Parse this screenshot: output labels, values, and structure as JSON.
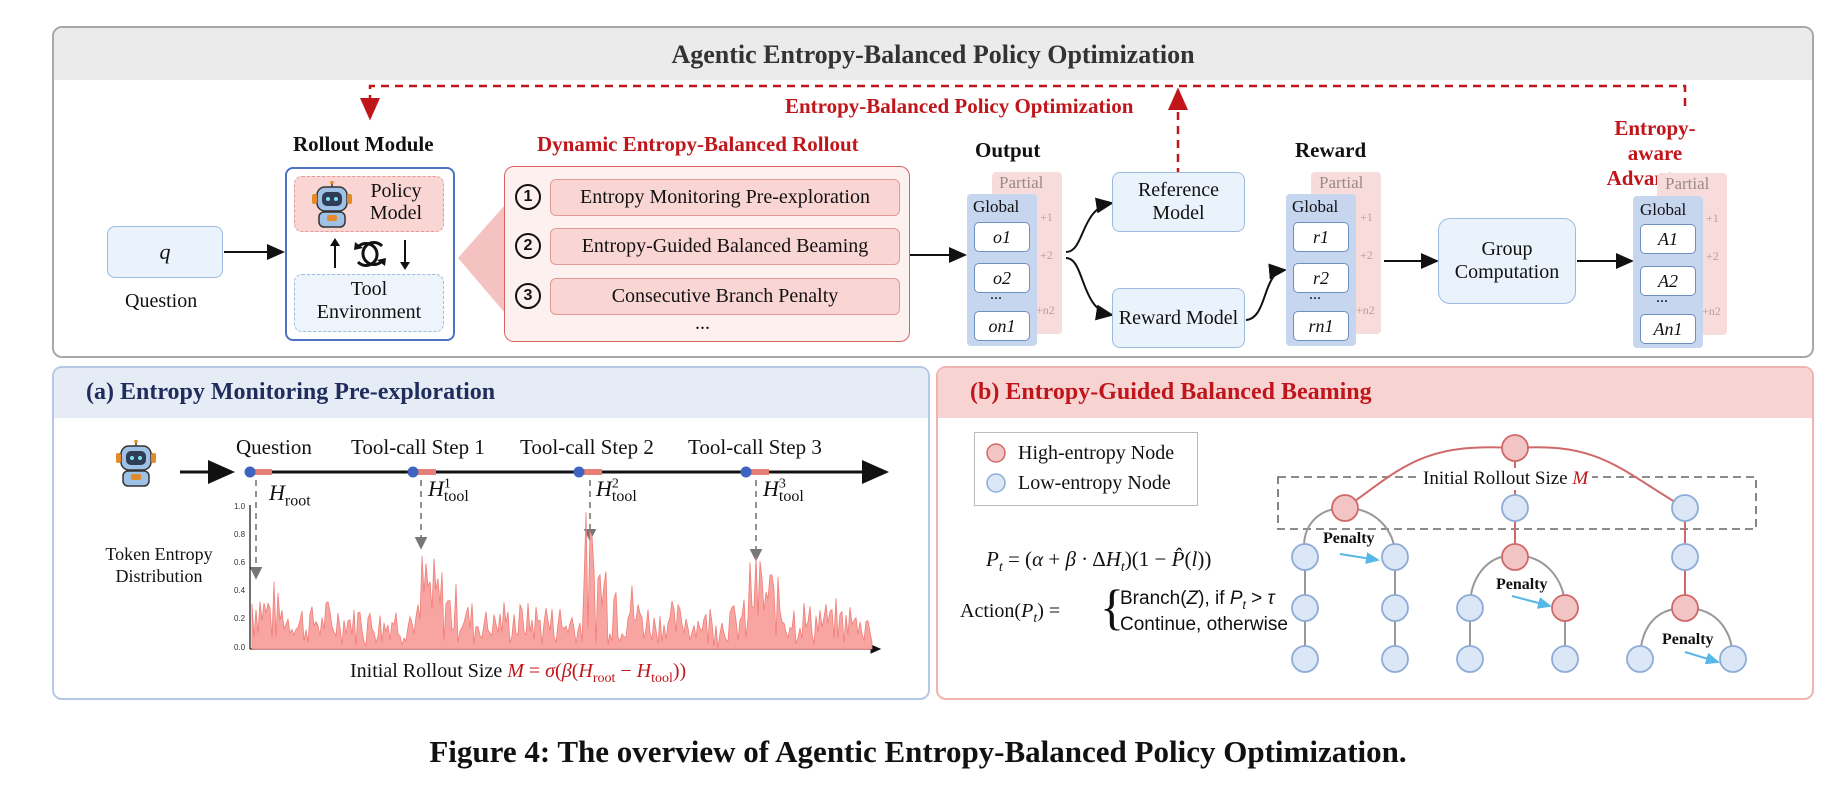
{
  "title": "Agentic Entropy-Balanced Policy Optimization",
  "top": {
    "ebpo_label": "Entropy-Balanced Policy Optimization",
    "question_symbol": "q",
    "question_label": "Question",
    "rollout_module_label": "Rollout Module",
    "policy_model_label": "Policy Model",
    "tool_env_label": "Tool Environment",
    "dynamic_rollout_label": "Dynamic Entropy-Balanced Rollout",
    "steps": [
      {
        "num": "1",
        "label": "Entropy Monitoring Pre-exploration"
      },
      {
        "num": "2",
        "label": "Entropy-Guided Balanced Beaming"
      },
      {
        "num": "3",
        "label": "Consecutive Branch Penalty"
      }
    ],
    "ellipsis": "...",
    "output_label": "Output",
    "reference_model_label": "Reference Model",
    "reward_model_label": "Reward Model",
    "reward_label": "Reward",
    "group_computation_label": "Group Computation",
    "advantage_label": "Entropy-aware Advantage",
    "global_label": "Global",
    "partial_label": "Partial",
    "outputs": [
      "o1",
      "o2",
      "on1"
    ],
    "rewards": [
      "r1",
      "r2",
      "rn1"
    ],
    "advantages": [
      "A1",
      "A2",
      "An1"
    ],
    "partial_suffixes": [
      "+1",
      "+2",
      "+n2"
    ]
  },
  "panel_a": {
    "title": "(a) Entropy Monitoring Pre-exploration",
    "timeline_labels": [
      "Question",
      "Tool-call Step 1",
      "Tool-call Step 2",
      "Tool-call Step 3"
    ],
    "entropy_labels": [
      "H_root",
      "H_tool^1",
      "H_tool^2",
      "H_tool^3"
    ],
    "y_label": "Token Entropy Distribution",
    "y_ticks": [
      "1.0",
      "0.8",
      "0.6",
      "0.4",
      "0.2",
      "0.0"
    ],
    "formula": "Initial Rollout Size M = σ(β(H_root − H_tool))"
  },
  "panel_b": {
    "title": "(b) Entropy-Guided Balanced Beaming",
    "legend_high": "High-entropy Node",
    "legend_low": "Low-entropy Node",
    "formula_p": "P_t = (α + β · ΔH_t)(1 − P̂(l))",
    "action_lhs": "Action(P_t) =",
    "action_case1": "Branch(Z), if P_t > τ",
    "action_case2": "Continue, otherwise",
    "initial_rollout_label": "Initial Rollout Size",
    "initial_rollout_symbol": "M",
    "penalty_label": "Penalty"
  },
  "caption": "Figure 4: The overview of Agentic Entropy-Balanced Policy Optimization.",
  "colors": {
    "red": "#c0161b",
    "navy": "#1f2d5c",
    "high_node": "#f2c4c4",
    "low_node": "#dbe7f6"
  }
}
